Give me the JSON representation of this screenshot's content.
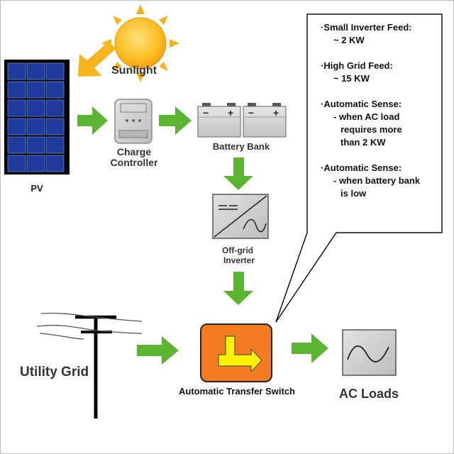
{
  "labels": {
    "sunlight": "Sunlight",
    "pv": "PV",
    "charge_controller_line1": "Charge",
    "charge_controller_line2": "Controller",
    "battery_bank": "Battery Bank",
    "battery_minus": "−",
    "battery_plus": "+",
    "inverter_line1": "Off-grid",
    "inverter_line2": "Inverter",
    "utility_grid": "Utility Grid",
    "ats": "Automatic Transfer Switch",
    "ac_loads": "AC Loads"
  },
  "callout": {
    "small_feed_title": "·Small Inverter Feed:",
    "small_feed_value": "~ 2 KW",
    "high_feed_title": "·High Grid Feed:",
    "high_feed_value": "~ 15 KW",
    "sense1_title": "·Automatic Sense:",
    "sense1_line1": "- when AC load",
    "sense1_line2": "requires more",
    "sense1_line3": "than 2 KW",
    "sense2_title": "·Automatic Sense:",
    "sense2_line1": "- when battery bank",
    "sense2_line2": "is low"
  },
  "colors": {
    "arrow_green": "#5cb531",
    "sun_yellow": "#f7b218",
    "sun_orange_arrow": "#f6b51e",
    "ats_orange": "#f47b20",
    "panel_blue": "#1f3c9d",
    "battery_gray": "#d4d4d4",
    "device_gray": "#c8c8c8"
  }
}
